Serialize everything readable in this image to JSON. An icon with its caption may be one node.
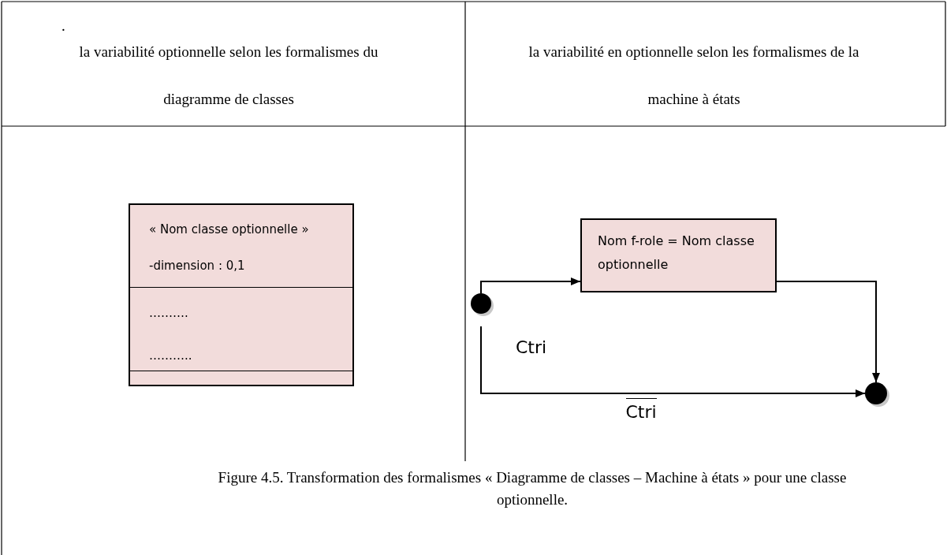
{
  "diagram": {
    "caption": "Figure 4.5. Transformation des formalismes « Diagramme de classes – Machine à états » pour une classe optionnelle.",
    "nodes": [
      {
        "text": [
          "« Nom classe  optionnelle »",
          "-dimension : 0,1",
          "……….",
          "……….."
        ]
      },
      {
        "text": [],
        "shape": "circle"
      },
      {
        "text": [
          "Nom f-role =  Nom classe optionnelle"
        ]
      },
      {
        "text": [],
        "shape": "circle"
      }
    ],
    "edges": [
      {
        "from": 1,
        "to": 2,
        "arrow": "to"
      },
      {
        "from": 2,
        "to": 3,
        "arrow": "to"
      },
      {
        "from": 1,
        "to": 3,
        "arrow": "to",
        "label": "Ctri"
      }
    ],
    "labels": [
      ".",
      "la variabilité optionnelle selon les formalismes du diagramme de classes",
      "la variabilité en optionnelle selon les formalismes de la machine à états",
      "Ctri"
    ]
  }
}
